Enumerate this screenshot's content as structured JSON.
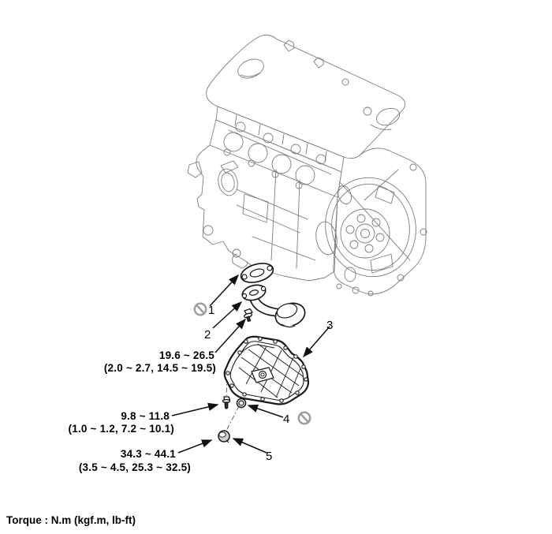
{
  "diagram": {
    "note": "Torque : N.m (kgf.m, lb-ft)",
    "callouts": [
      {
        "number": "1",
        "non_reusable": true
      },
      {
        "number": "2",
        "non_reusable": false
      },
      {
        "number": "3",
        "non_reusable": false
      },
      {
        "number": "4",
        "non_reusable": true
      },
      {
        "number": "5",
        "non_reusable": false
      }
    ],
    "torque_specs": [
      {
        "nm": "19.6 ~ 26.5",
        "kgf_lbft": "(2.0 ~ 2.7, 14.5 ~ 19.5)"
      },
      {
        "nm": "9.8 ~ 11.8",
        "kgf_lbft": "(1.0 ~ 1.2, 7.2 ~ 10.1)"
      },
      {
        "nm": "34.3 ~ 44.1",
        "kgf_lbft": "(3.5 ~ 4.5, 25.3 ~ 32.5)"
      }
    ],
    "icons": {
      "prohibition": "circle-slash (do not reuse)"
    },
    "colors": {
      "background": "#ffffff",
      "engine_line_art": "#7d7d7d",
      "part_line": "#1a1a1a",
      "arrow": "#111111",
      "prohibition": "#9e9e9e",
      "text": "#000000"
    }
  }
}
